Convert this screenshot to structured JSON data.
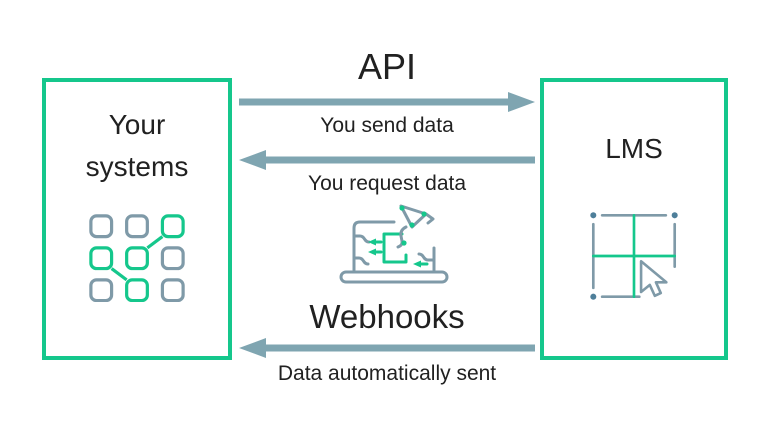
{
  "diagram": {
    "left_box": {
      "title": "Your\nsystems"
    },
    "right_box": {
      "title": "LMS"
    },
    "api": {
      "title": "API",
      "send_label": "You send data",
      "request_label": "You request data"
    },
    "webhooks": {
      "title": "Webhooks",
      "sent_label": "Data automatically sent"
    },
    "icons": [
      "systems-grid-icon",
      "integration-laptop-icon",
      "lms-table-cursor-icon",
      "right-arrow-icon",
      "left-arrow-icon"
    ]
  },
  "colors": {
    "green": "#15C78C",
    "arrow": "#7FA5B1",
    "icon_gray": "#7F9AA8",
    "icon_dot": "#4E7F9A",
    "text": "#212121",
    "background": "#FFFFFF"
  }
}
